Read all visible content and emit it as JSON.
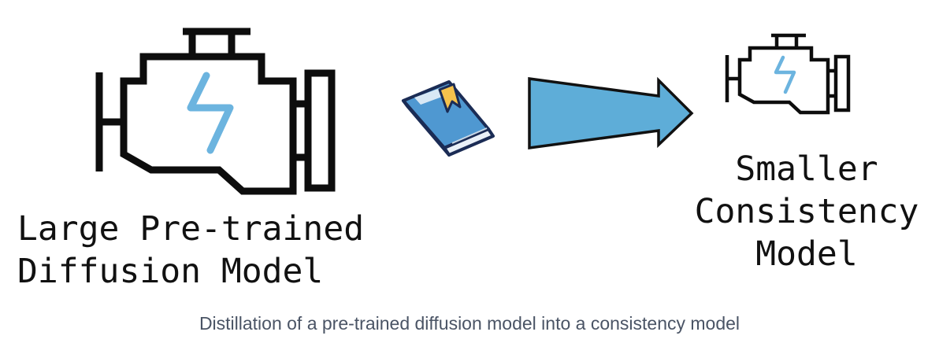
{
  "diagram": {
    "source_label": "Large Pre-trained\nDiffusion Model",
    "target_label": "Smaller\nConsistency\nModel",
    "source_icon": "engine-icon",
    "target_icon": "engine-icon",
    "transfer_icon": "book-icon",
    "connector_icon": "arrow-right-icon",
    "colors": {
      "outline": "#0d0d0d",
      "bolt": "#6cb4df",
      "arrow": "#5eadd8",
      "book_cover": "#4f98d1",
      "book_bookmark": "#f5c24c"
    }
  },
  "caption": "Distillation of a pre-trained diffusion model into a consistency model"
}
